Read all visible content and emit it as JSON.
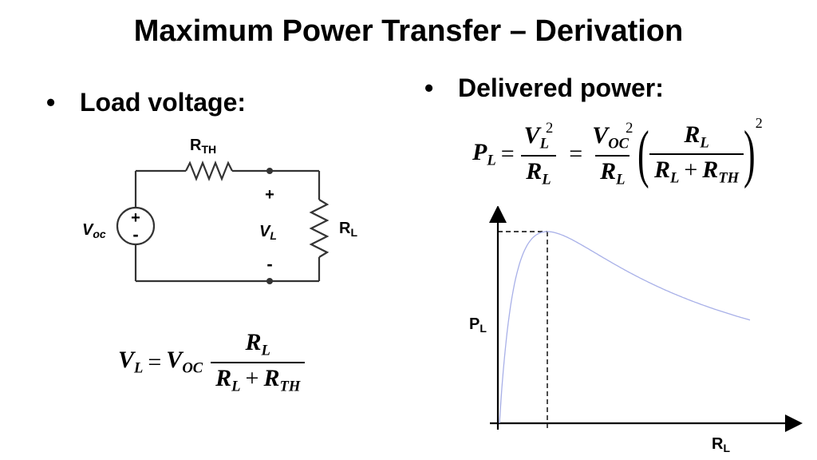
{
  "title": "Maximum Power Transfer – Derivation",
  "bullets": {
    "left": "Load voltage:",
    "right": "Delivered power:"
  },
  "circuit": {
    "source_label": "V",
    "source_label_sub": "oc",
    "rth_label": "R",
    "rth_label_sub": "TH",
    "rl_label": "R",
    "rl_label_sub": "L",
    "vl_label": "V",
    "vl_label_sub": "L",
    "plus": "+",
    "minus": "-"
  },
  "equation_vl": {
    "lhs": "V",
    "lhs_sub": "L",
    "eq": "=",
    "v": "V",
    "v_sub": "OC",
    "num": "R",
    "num_sub": "L",
    "den_a": "R",
    "den_a_sub": "L",
    "plus": "+",
    "den_b": "R",
    "den_b_sub": "TH"
  },
  "equation_pl": {
    "lhs": "P",
    "lhs_sub": "L",
    "eq": "=",
    "f1_num": "V",
    "f1_num_sub": "L",
    "f1_num_sup": "2",
    "f1_den": "R",
    "f1_den_sub": "L",
    "eq2": "=",
    "f2_num": "V",
    "f2_num_sub": "OC",
    "f2_num_sup": "2",
    "f2_den": "R",
    "f2_den_sub": "L",
    "paren_open": "(",
    "paren_close": ")",
    "f3_num": "R",
    "f3_num_sub": "L",
    "f3_den_a": "R",
    "f3_den_a_sub": "L",
    "f3_plus": "+",
    "f3_den_b": "R",
    "f3_den_b_sub": "TH",
    "outer_sup": "2"
  },
  "plot": {
    "ylabel": "P",
    "ylabel_sub": "L",
    "xlabel": "R",
    "xlabel_sub": "L",
    "curve_color": "#a8b0e8"
  }
}
